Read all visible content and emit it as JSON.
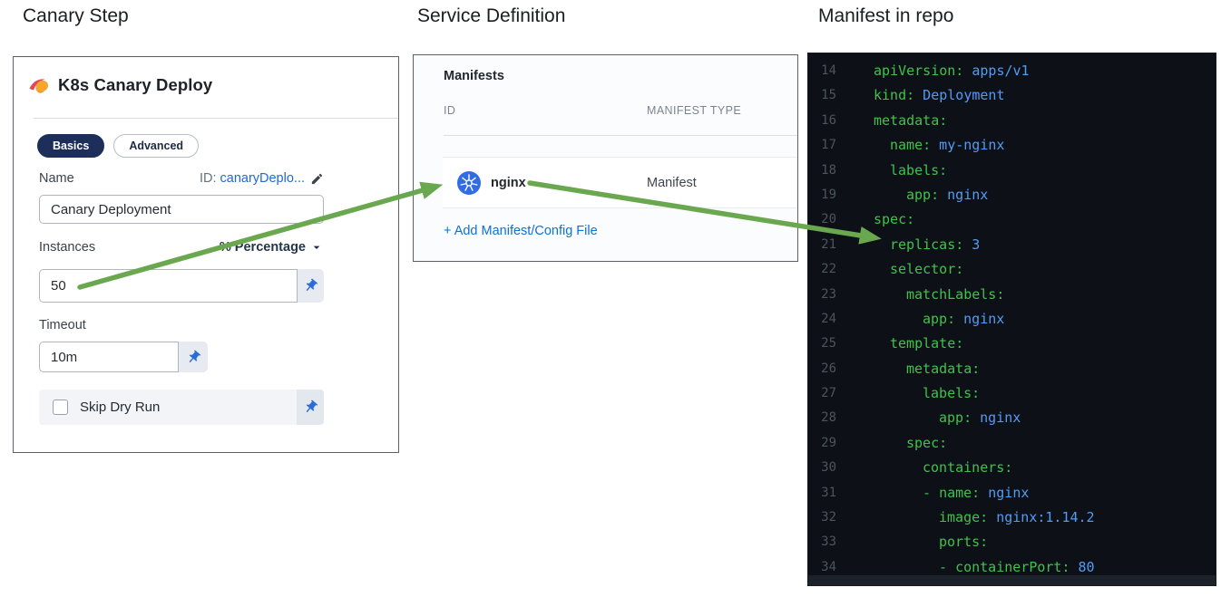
{
  "colors": {
    "arrow_green": "#6aa84f",
    "accent_blue": "#0b72d7",
    "pill_navy": "#1c2e59",
    "kubernetes_blue": "#326ce5",
    "code_key_green": "#3fc24b",
    "code_value_blue": "#539bf5",
    "editor_background": "#0d1117"
  },
  "canary_step": {
    "title": "Canary Step",
    "heading": "K8s Canary Deploy",
    "tabs": [
      {
        "label": "Basics"
      },
      {
        "label": "Advanced"
      }
    ],
    "active_tab": "Basics",
    "name": {
      "label": "Name",
      "id_prefix": "ID:",
      "id_value": "canaryDeplo...",
      "value": "Canary Deployment"
    },
    "instances": {
      "label": "Instances",
      "unit_selector": "% Percentage",
      "value": "50"
    },
    "timeout": {
      "label": "Timeout",
      "value": "10m"
    },
    "skip_dry_run": {
      "label": "Skip Dry Run",
      "checked": false
    }
  },
  "service_definition": {
    "title": "Service Definition",
    "section_heading": "Manifests",
    "columns": {
      "id": "ID",
      "type": "MANIFEST TYPE"
    },
    "rows": [
      {
        "id": "nginx",
        "type": "Manifest",
        "icon": "kubernetes-icon"
      }
    ],
    "add_link": "+ Add Manifest/Config File"
  },
  "manifest_repo": {
    "title": "Manifest in repo",
    "language": "yaml",
    "lines": [
      {
        "num": 14,
        "indent": 0,
        "key": "apiVersion",
        "value": "apps/v1"
      },
      {
        "num": 15,
        "indent": 0,
        "key": "kind",
        "value": "Deployment"
      },
      {
        "num": 16,
        "indent": 0,
        "key": "metadata",
        "value": ""
      },
      {
        "num": 17,
        "indent": 2,
        "key": "name",
        "value": "my-nginx"
      },
      {
        "num": 18,
        "indent": 2,
        "key": "labels",
        "value": ""
      },
      {
        "num": 19,
        "indent": 4,
        "key": "app",
        "value": "nginx"
      },
      {
        "num": 20,
        "indent": 0,
        "key": "spec",
        "value": ""
      },
      {
        "num": 21,
        "indent": 2,
        "key": "replicas",
        "value": "3"
      },
      {
        "num": 22,
        "indent": 2,
        "key": "selector",
        "value": ""
      },
      {
        "num": 23,
        "indent": 4,
        "key": "matchLabels",
        "value": ""
      },
      {
        "num": 24,
        "indent": 6,
        "key": "app",
        "value": "nginx"
      },
      {
        "num": 25,
        "indent": 2,
        "key": "template",
        "value": ""
      },
      {
        "num": 26,
        "indent": 4,
        "key": "metadata",
        "value": ""
      },
      {
        "num": 27,
        "indent": 6,
        "key": "labels",
        "value": ""
      },
      {
        "num": 28,
        "indent": 8,
        "key": "app",
        "value": "nginx"
      },
      {
        "num": 29,
        "indent": 4,
        "key": "spec",
        "value": ""
      },
      {
        "num": 30,
        "indent": 6,
        "key": "containers",
        "value": ""
      },
      {
        "num": 31,
        "indent": 6,
        "dash": true,
        "key": "name",
        "value": "nginx"
      },
      {
        "num": 32,
        "indent": 8,
        "key": "image",
        "value": "nginx:1.14.2"
      },
      {
        "num": 33,
        "indent": 8,
        "key": "ports",
        "value": ""
      },
      {
        "num": 34,
        "indent": 8,
        "dash": true,
        "key": "containerPort",
        "value": "80"
      }
    ]
  },
  "arrows": [
    {
      "from": "instances-value-50",
      "to": "manifest-row-nginx"
    },
    {
      "from": "manifest-row-nginx",
      "to": "code-line-replicas"
    }
  ]
}
